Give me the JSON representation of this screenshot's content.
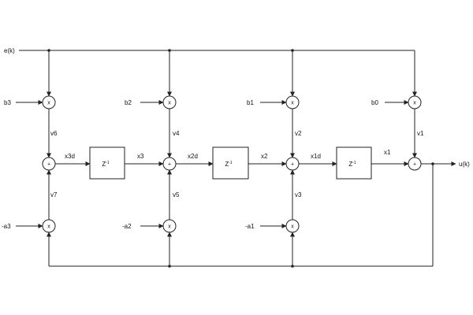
{
  "inputs": {
    "e": "e(k)",
    "b3": "b3",
    "b2": "b2",
    "b1": "b1",
    "b0": "b0",
    "na3": "-a3",
    "na2": "-a2",
    "na1": "-a1"
  },
  "output": "u(k)",
  "signals": {
    "v1": "v1",
    "v2": "v2",
    "v3": "v3",
    "v4": "v4",
    "v5": "v5",
    "v6": "v6",
    "v7": "v7",
    "x1": "x1",
    "x2": "x2",
    "x3": "x3",
    "x1d": "x1d",
    "x2d": "x2d",
    "x3d": "x3d"
  },
  "symbols": {
    "multiply": "x",
    "add": "+",
    "delay_base": "Z",
    "delay_exp": "-1"
  }
}
